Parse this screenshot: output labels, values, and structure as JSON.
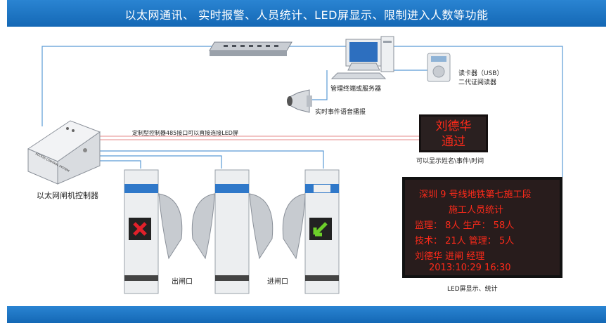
{
  "banner": {
    "title": "以太网通讯、 实时报警、人员统计、LED屏显示、限制进入人数等功能"
  },
  "labels": {
    "management_terminal": "管理终端或服务器",
    "card_reader_line1": "读卡器（USB）",
    "card_reader_line2": "二代证阅读器",
    "voice_broadcast": "实时事件语音播报",
    "rs485_note": "定制型控制器485接口可以直接连接LED屏",
    "controller": "以太网闸机控制器",
    "controller_box_text": "ACCESS CONTROL SYSTEM",
    "led_small_caption": "可以显示姓名\\事件\\时间",
    "exit_gate": "出闸口",
    "entry_gate": "进闸口",
    "led_big_caption": "LED屏显示、统计"
  },
  "led_small": {
    "line1": "刘德华",
    "line2": "通过"
  },
  "led_big": {
    "line1": "深圳 9 号线地铁第七施工段",
    "line2": "施工人员统计",
    "line3": "监理：  8人    生产：  58人",
    "line4": "技术：  21人    管理：  5人",
    "line5": "刘德华  进闸  经理",
    "line6": "2013:10:29  16:30"
  },
  "colors": {
    "banner": "#1c74c4",
    "led_text": "#ff2a1a",
    "connector": "#5b9bd5"
  }
}
